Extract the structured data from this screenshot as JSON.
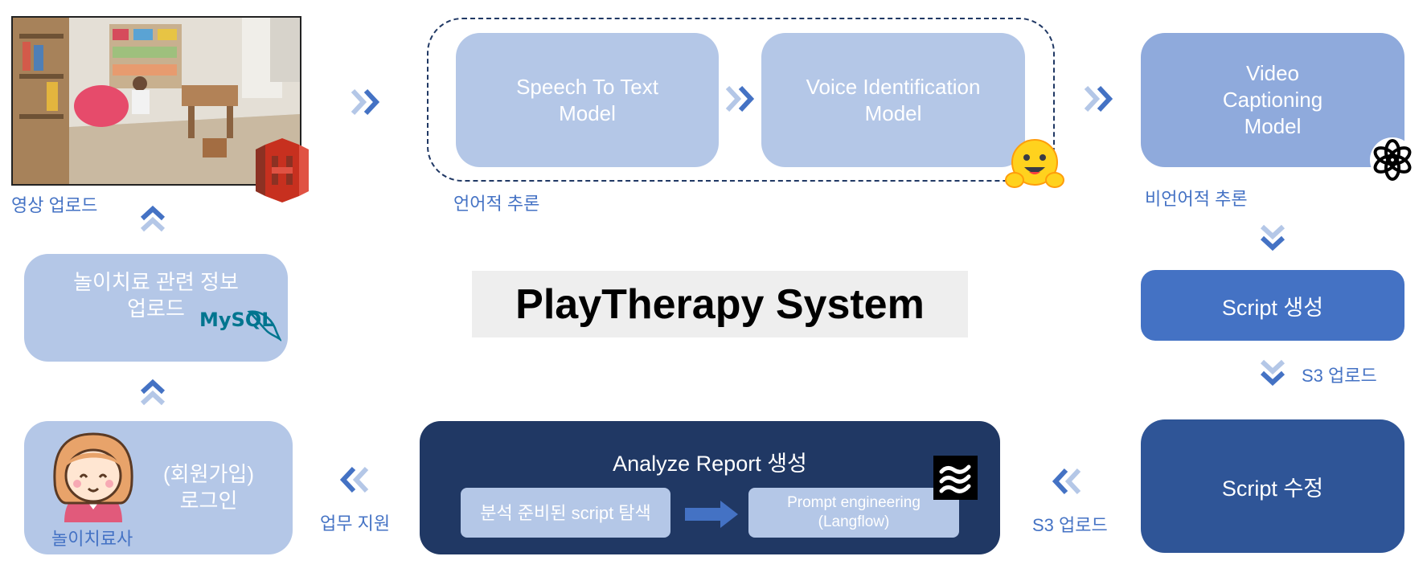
{
  "title": "PlayTherapy System",
  "video": {
    "caption": "영상 업로드",
    "storage_icon": "aws-s3-icon"
  },
  "therapy_info": {
    "label": "놀이치료 관련 정보\n업로드",
    "db_logo": "MySQL"
  },
  "login": {
    "label": "(회원가입)\n로그인",
    "person_label": "놀이치료사"
  },
  "verbal": {
    "stt_label": "Speech To Text\nModel",
    "voice_label": "Voice Identification\nModel",
    "caption": "언어적 추론",
    "icon": "hugging-face-icon"
  },
  "nonverbal": {
    "label": "Video\nCaptioning\nModel",
    "caption": "비언어적 추론",
    "icon": "openai-icon"
  },
  "script_create": {
    "label": "Script 생성"
  },
  "script_edit": {
    "label": "Script 수정"
  },
  "s3_upload_right": "S3 업로드",
  "s3_upload_bottom": "S3 업로드",
  "work_support": "업무 지원",
  "report": {
    "title": "Analyze Report 생성",
    "search_label": "분석 준비된 script 탐색",
    "prompt_label": "Prompt engineering\n(Langflow)",
    "icon": "langflow-icon"
  },
  "colors": {
    "light": "#b4c7e7",
    "mid": "#8faadc",
    "blue": "#4472c4",
    "darkblue": "#2f5597",
    "navy": "#203864",
    "accent": "#4472c4"
  }
}
